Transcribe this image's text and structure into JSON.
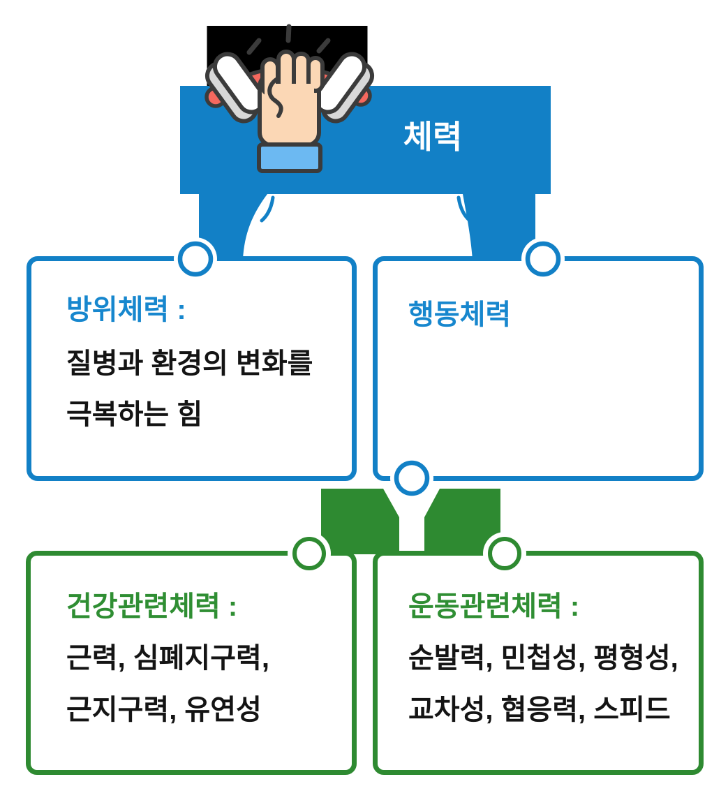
{
  "header": {
    "title": "체력",
    "icon": "fist-dumbbell-icon"
  },
  "nodes": {
    "defense": {
      "title": "방위체력 :",
      "lines": [
        "질병과 환경의 변화를",
        "극복하는 힘"
      ]
    },
    "action": {
      "title": "행동체력",
      "lines": []
    },
    "health": {
      "title": "건강관련체력 :",
      "lines": [
        "근력, 심폐지구력,",
        "근지구력, 유연성"
      ]
    },
    "motor": {
      "title": "운동관련체력 :",
      "lines": [
        "순발력, 민첩성, 평형성,",
        "교차성, 협응력, 스피드"
      ]
    }
  },
  "colors": {
    "blue_shape": "#1280C6",
    "blue_text": "#1787CE",
    "green_shape": "#2E8A31",
    "green_text": "#2F8E33",
    "text_black": "#141414",
    "icon_background": "#000000",
    "icon_outline": "#3B3B3B",
    "icon_skin": "#FBD7B5",
    "icon_red": "#F4685E",
    "icon_gray": "#D8D8D8",
    "icon_cuff": "#6CB9F2"
  }
}
